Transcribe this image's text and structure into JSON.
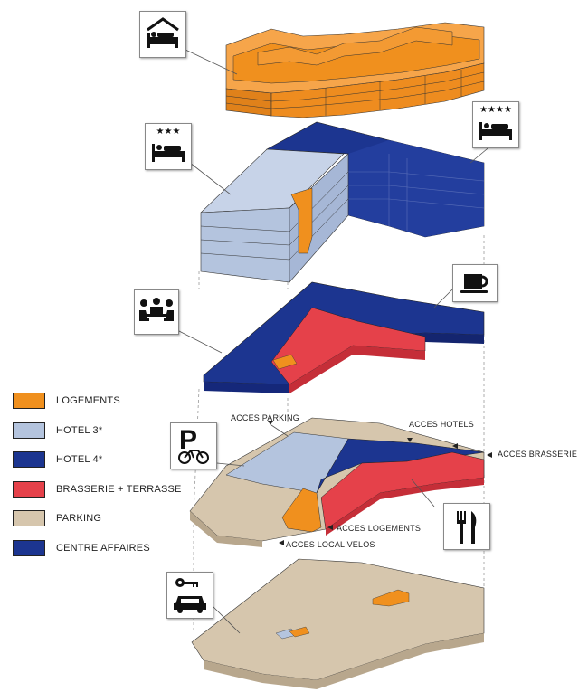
{
  "legend": {
    "items": [
      {
        "label": "LOGEMENTS",
        "color": "#f0901e"
      },
      {
        "label": "HOTEL 3*",
        "color": "#b4c4de"
      },
      {
        "label": "HOTEL 4*",
        "color": "#1c3590"
      },
      {
        "label": "BRASSERIE + TERRASSE",
        "color": "#e5414a"
      },
      {
        "label": "PARKING",
        "color": "#d6c6ad"
      },
      {
        "label": "CENTRE AFFAIRES",
        "color": "#1c3590"
      }
    ]
  },
  "callouts": {
    "acces_parking": "ACCES PARKING",
    "acces_hotels": "ACCES HOTELS",
    "acces_brasserie": "ACCES BRASSERIE",
    "acces_logements": "ACCES LOGEMENTS",
    "acces_local_velos": "ACCES LOCAL VELOS"
  },
  "icons": {
    "hotel3_stars": "★★★",
    "hotel4_stars": "★★★★",
    "parking_letter": "P",
    "names": [
      "house-bed-icon",
      "bed-3-stars-icon",
      "bed-4-stars-icon",
      "meeting-icon",
      "coffee-cup-icon",
      "parking-bike-icon",
      "fork-knife-icon",
      "car-key-icon"
    ]
  }
}
